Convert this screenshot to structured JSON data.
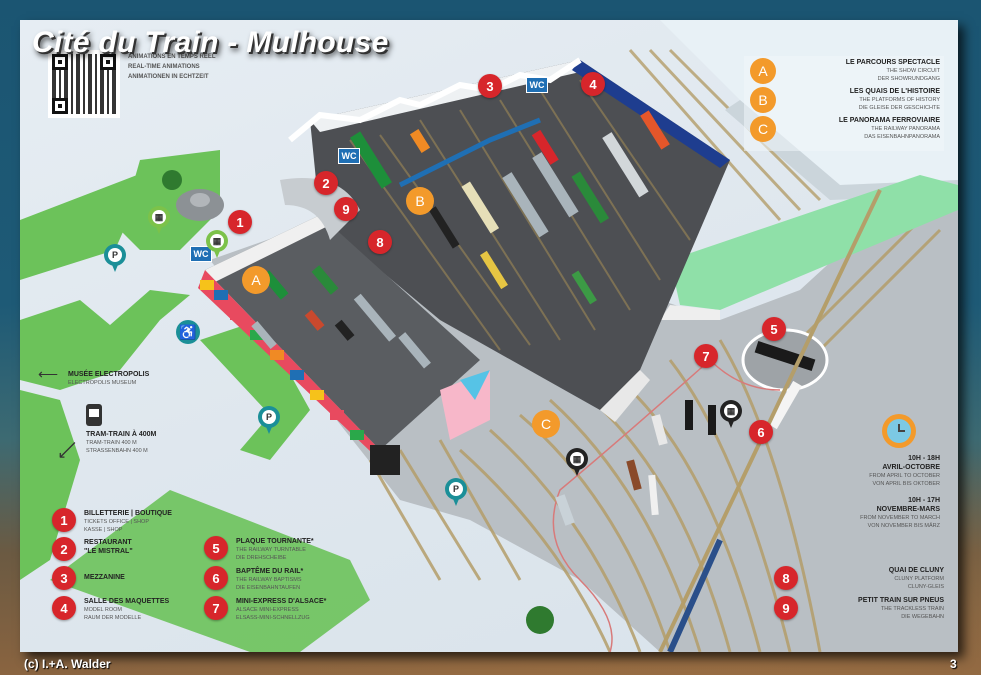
{
  "page": {
    "title": "Cité du Train - Mulhouse",
    "credit": "(c) I.+A. Walder",
    "page_number": "3"
  },
  "qr": {
    "caption": [
      "ANIMATIONS EN TEMPS RÉEL",
      "REAL-TIME ANIMATIONS",
      "ANIMATIONEN IN ECHTZEIT"
    ]
  },
  "zones": [
    {
      "letter": "A",
      "title": "LE PARCOURS SPECTACLE",
      "sub1": "THE SHOW CIRCUIT",
      "sub2": "DER SHOWRUNDGANG"
    },
    {
      "letter": "B",
      "title": "LES QUAIS DE L'HISTOIRE",
      "sub1": "THE PLATFORMS OF HISTORY",
      "sub2": "DIE GLEISE DER GESCHICHTE"
    },
    {
      "letter": "C",
      "title": "LE PANORAMA FERROVIAIRE",
      "sub1": "THE RAILWAY PANORAMA",
      "sub2": "DAS EISENBAHNPANORAMA"
    }
  ],
  "points": [
    {
      "num": "1",
      "title": "BILLETTERIE | BOUTIQUE",
      "sub1": "TICKETS OFFICE | SHOP",
      "sub2": "KASSE | SHOP"
    },
    {
      "num": "2",
      "title": "RESTAURANT",
      "sub1": "\"LE MISTRAL\"",
      "sub2": ""
    },
    {
      "num": "3",
      "title": "MEZZANINE",
      "sub1": "",
      "sub2": ""
    },
    {
      "num": "4",
      "title": "SALLE DES MAQUETTES",
      "sub1": "MODEL ROOM",
      "sub2": "RAUM DER MODELLE"
    },
    {
      "num": "5",
      "title": "PLAQUE TOURNANTE*",
      "sub1": "THE RAILWAY TURNTABLE",
      "sub2": "DIE DREHSCHEIBE"
    },
    {
      "num": "6",
      "title": "BAPTÊME DU RAIL*",
      "sub1": "THE RAILWAY BAPTISMS",
      "sub2": "DIE EISENBAHNTAUFEN"
    },
    {
      "num": "7",
      "title": "MINI-EXPRESS D'ALSACE*",
      "sub1": "ALSACE MINI-EXPRESS",
      "sub2": "ELSASS-MINI-SCHNELLZUG"
    },
    {
      "num": "8",
      "title": "QUAI DE CLUNY",
      "sub1": "CLUNY PLATFORM",
      "sub2": "CLUNY-GLEIS"
    },
    {
      "num": "9",
      "title": "PETIT TRAIN SUR PNEUS",
      "sub1": "THE TRACKLESS TRAIN",
      "sub2": "DIE WEGEBAHN"
    }
  ],
  "museum_link": {
    "title": "MUSÉE ELECTROPOLIS",
    "sub": "ELECTROPOLIS MUSEUM"
  },
  "tram": {
    "title": "TRAM-TRAIN À 400M",
    "sub1": "TRAM-TRAIN 400 M",
    "sub2": "STRASSENBAHN 400 M"
  },
  "hours": [
    {
      "time": "10H - 18H",
      "season": "AVRIL-OCTOBRE",
      "sub1": "FROM APRIL TO OCTOBER",
      "sub2": "VON APRIL BIS OKTOBER"
    },
    {
      "time": "10H - 17H",
      "season": "NOVEMBRE-MARS",
      "sub1": "FROM NOVEMBER TO MARCH",
      "sub2": "VON NOVEMBER BIS MÄRZ"
    }
  ],
  "map_markers": {
    "wc": "WC",
    "parking": "P",
    "badges_on_map": [
      "1",
      "2",
      "3",
      "4",
      "5",
      "6",
      "7",
      "8",
      "9"
    ],
    "zones_on_map": [
      "A",
      "B",
      "C"
    ]
  },
  "colors": {
    "red_badge": "#d7262b",
    "orange_badge": "#f39a2b",
    "wc_blue": "#1f6fb4",
    "grass_green": "#6cc25a",
    "parking_teal": "#1b8f98",
    "page_bg": "#dfe7ee",
    "outer_bg": "#1b5572"
  }
}
